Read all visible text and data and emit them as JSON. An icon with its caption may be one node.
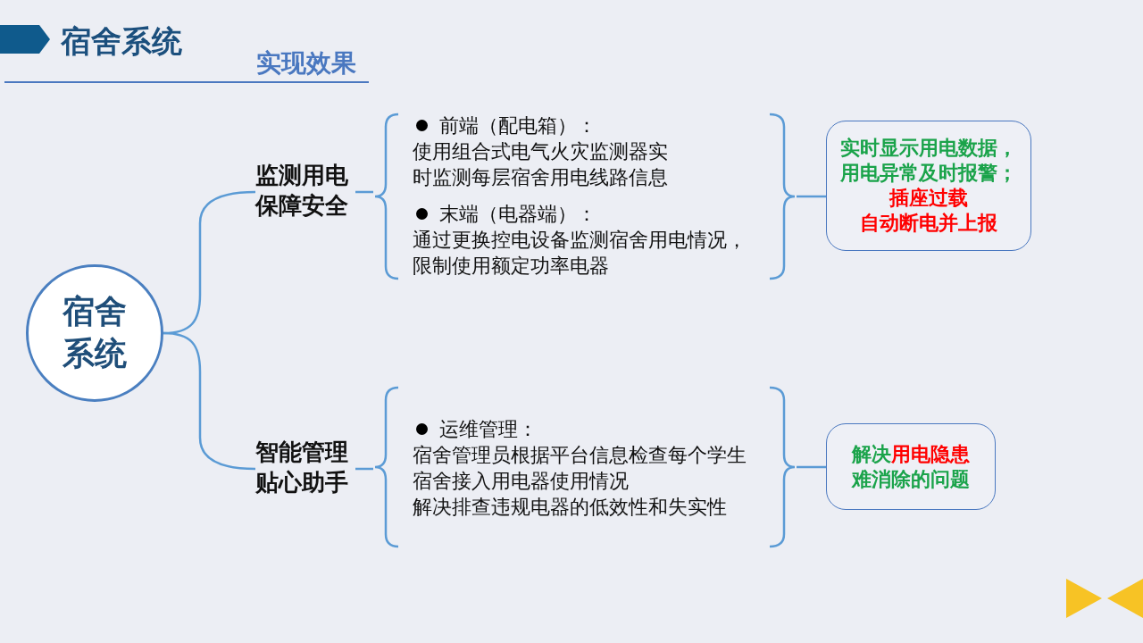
{
  "diagram": {
    "title": "宿舍系统",
    "nodes": [
      {
        "text": [
          "宿舍系统"
        ]
      },
      {
        "text": [
          "监测用电保障安全"
        ]
      },
      {
        "text": [
          "前端（配电箱）：",
          "使用组合式电气火灾监测器实时监测每层宿舍用电线路信息",
          "末端（电器端）：",
          "通过更换控电设备监测宿舍用电情况，限制使用额定功率电器"
        ]
      },
      {
        "text": [
          "实时显示用电数据，用电异常及时报警；",
          "插座过载",
          "自动断电并上报"
        ]
      },
      {
        "text": [
          "智能管理贴心助手"
        ]
      },
      {
        "text": [
          "运维管理：",
          "宿舍管理员根据平台信息检查每个学生宿舍接入用电器使用情况",
          "解决排查违规电器的低效性和失实性"
        ]
      },
      {
        "text": [
          "解决",
          "用电隐患",
          "难消除的问题"
        ]
      }
    ],
    "edges": [
      {
        "from": 0,
        "to": 1,
        "arrow": "none"
      },
      {
        "from": 0,
        "to": 4,
        "arrow": "none"
      },
      {
        "from": 1,
        "to": 2,
        "arrow": "none"
      },
      {
        "from": 2,
        "to": 3,
        "arrow": "none"
      },
      {
        "from": 4,
        "to": 5,
        "arrow": "none"
      },
      {
        "from": 5,
        "to": 6,
        "arrow": "none"
      }
    ],
    "labels": [
      "实现效果"
    ]
  }
}
